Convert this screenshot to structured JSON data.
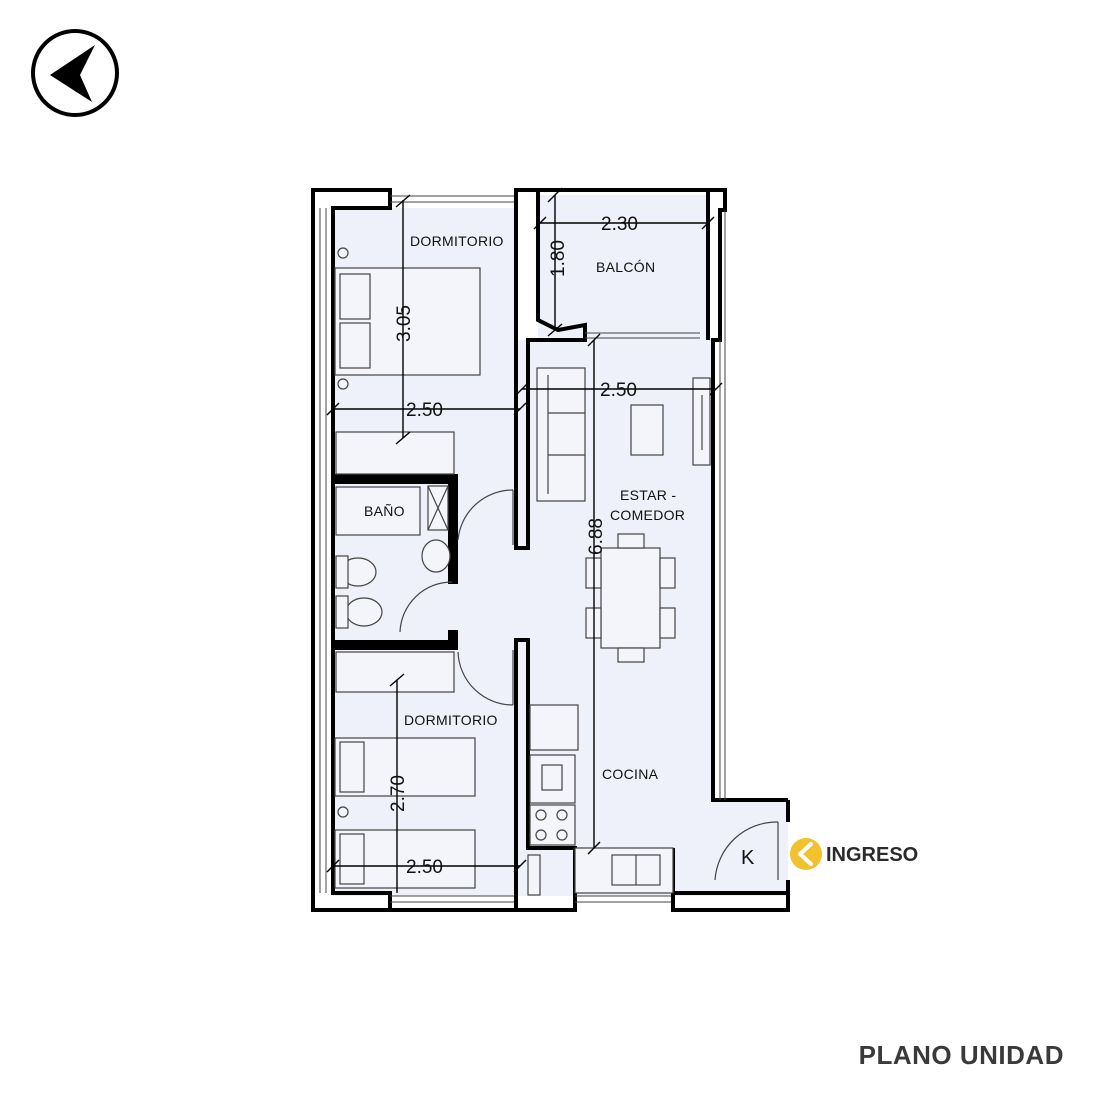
{
  "compass": {
    "icon": "north-arrow-icon"
  },
  "rooms": {
    "dormitorio_top": "DORMITORIO",
    "balcon": "BALCÓN",
    "bano": "BAÑO",
    "estar": "ESTAR -",
    "comedor": "COMEDOR",
    "dormitorio_bottom": "DORMITORIO",
    "cocina": "COCINA"
  },
  "dimensions": {
    "dorm_top_height": "3.05",
    "dorm_top_width": "2.50",
    "balcon_width": "2.30",
    "balcon_depth": "1.80",
    "estar_width": "2.50",
    "estar_length": "6.88",
    "dorm_bottom_height": "2.70",
    "dorm_bottom_width": "2.50"
  },
  "entrance": {
    "marker": "K",
    "label": "INGRESO",
    "icon": "chevron-left-icon",
    "accent": "#f2c12e"
  },
  "colors": {
    "floor": "#eef0fa",
    "wall": "#000000"
  },
  "title": "PLANO UNIDAD"
}
